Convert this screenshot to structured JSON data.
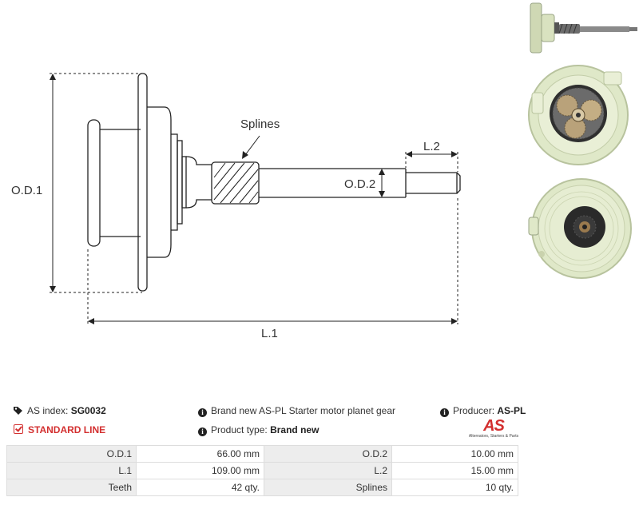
{
  "drawing": {
    "labels": {
      "od1": "O.D.1",
      "od2": "O.D.2",
      "l1": "L.1",
      "l2": "L.2",
      "splines": "Splines"
    }
  },
  "photos": [
    {
      "name": "side-view-photo"
    },
    {
      "name": "gear-face-photo"
    },
    {
      "name": "rear-face-photo"
    }
  ],
  "info": {
    "as_index_label": "AS index:",
    "as_index_value": "SG0032",
    "standard_line": "STANDARD LINE",
    "description": "Brand new AS-PL Starter motor planet gear",
    "product_type_label": "Product type:",
    "product_type_value": "Brand new",
    "producer_label": "Producer:",
    "producer_value": "AS-PL",
    "logo_text": "AS",
    "logo_tagline": "Alternators, Starters & Parts"
  },
  "specs": [
    {
      "k1": "O.D.1",
      "v1": "66.00 mm",
      "k2": "O.D.2",
      "v2": "10.00 mm"
    },
    {
      "k1": "L.1",
      "v1": "109.00 mm",
      "k2": "L.2",
      "v2": "15.00 mm"
    },
    {
      "k1": "Teeth",
      "v1": "42 qty.",
      "k2": "Splines",
      "v2": "10 qty."
    }
  ],
  "colors": {
    "accent": "#d32f2f",
    "key_cell": "#ededed",
    "gear_plastic": "#dfe8c8"
  }
}
